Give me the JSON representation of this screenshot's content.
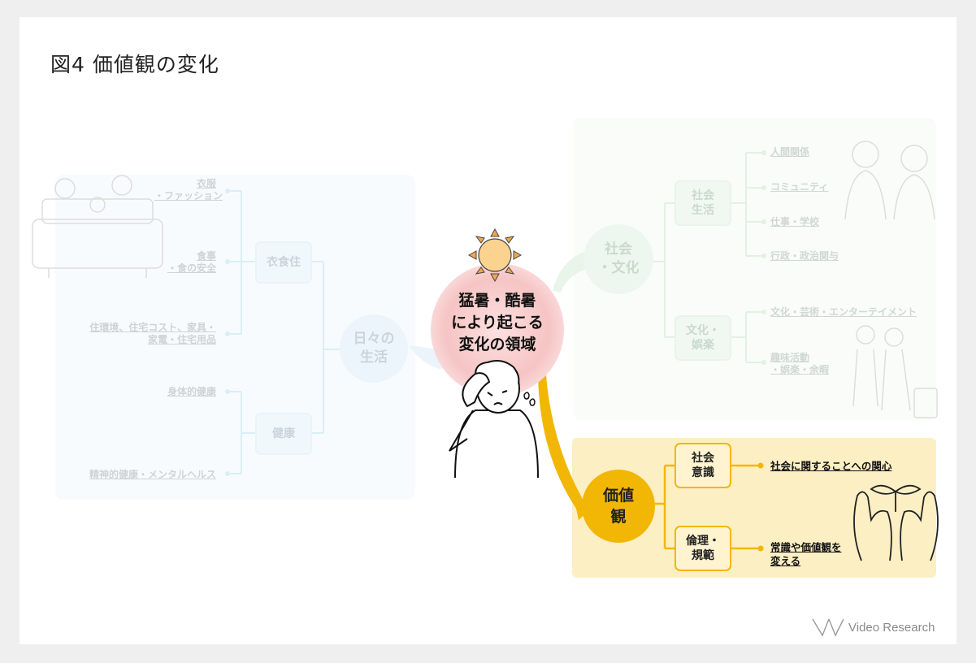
{
  "title": "図4 価値観の変化",
  "center": {
    "label_line1": "猛暑・酷暑",
    "label_line2": "により起こる",
    "label_line3": "変化の領域"
  },
  "left": {
    "hub_line1": "日々の",
    "hub_line2": "生活",
    "categories": [
      {
        "label": "衣食住"
      },
      {
        "label": "健康"
      }
    ],
    "leaves": {
      "clothing_line1": "衣服",
      "clothing_line2": "・ファッション",
      "food_line1": "食事",
      "food_line2": "・食の安全",
      "housing_line1": "住環境、住宅コスト、家具・",
      "housing_line2": "家電・住宅用品",
      "physical_health": "身体的健康",
      "mental_health": "精神的健康・メンタルヘルス"
    }
  },
  "right": {
    "hub_line1": "社会",
    "hub_line2": "・文化",
    "social_line1": "社会",
    "social_line2": "生活",
    "culture_line1": "文化・",
    "culture_line2": "娯楽",
    "leaves": {
      "relations": "人間関係",
      "community": "コミュニティ",
      "work_school": "仕事・学校",
      "politics": "行政・政治関与",
      "arts": "文化・芸術・エンターテイメント",
      "hobby_line1": "趣味活動",
      "hobby_line2": "・娯楽・余暇"
    }
  },
  "values": {
    "hub_line1": "価値",
    "hub_line2": "観",
    "awareness_line1": "社会",
    "awareness_line2": "意識",
    "ethics_line1": "倫理・",
    "ethics_line2": "規範",
    "awareness_leaf": "社会に関することへの関心",
    "ethics_leaf_line1": "常識や価値観を",
    "ethics_leaf_line2": "変える"
  },
  "logo": {
    "text": "Video Research"
  },
  "colors": {
    "accent": "#f2b705",
    "blue": "#c7e3f5",
    "green": "#c9e8cf",
    "pink": "#f6c4c4"
  }
}
